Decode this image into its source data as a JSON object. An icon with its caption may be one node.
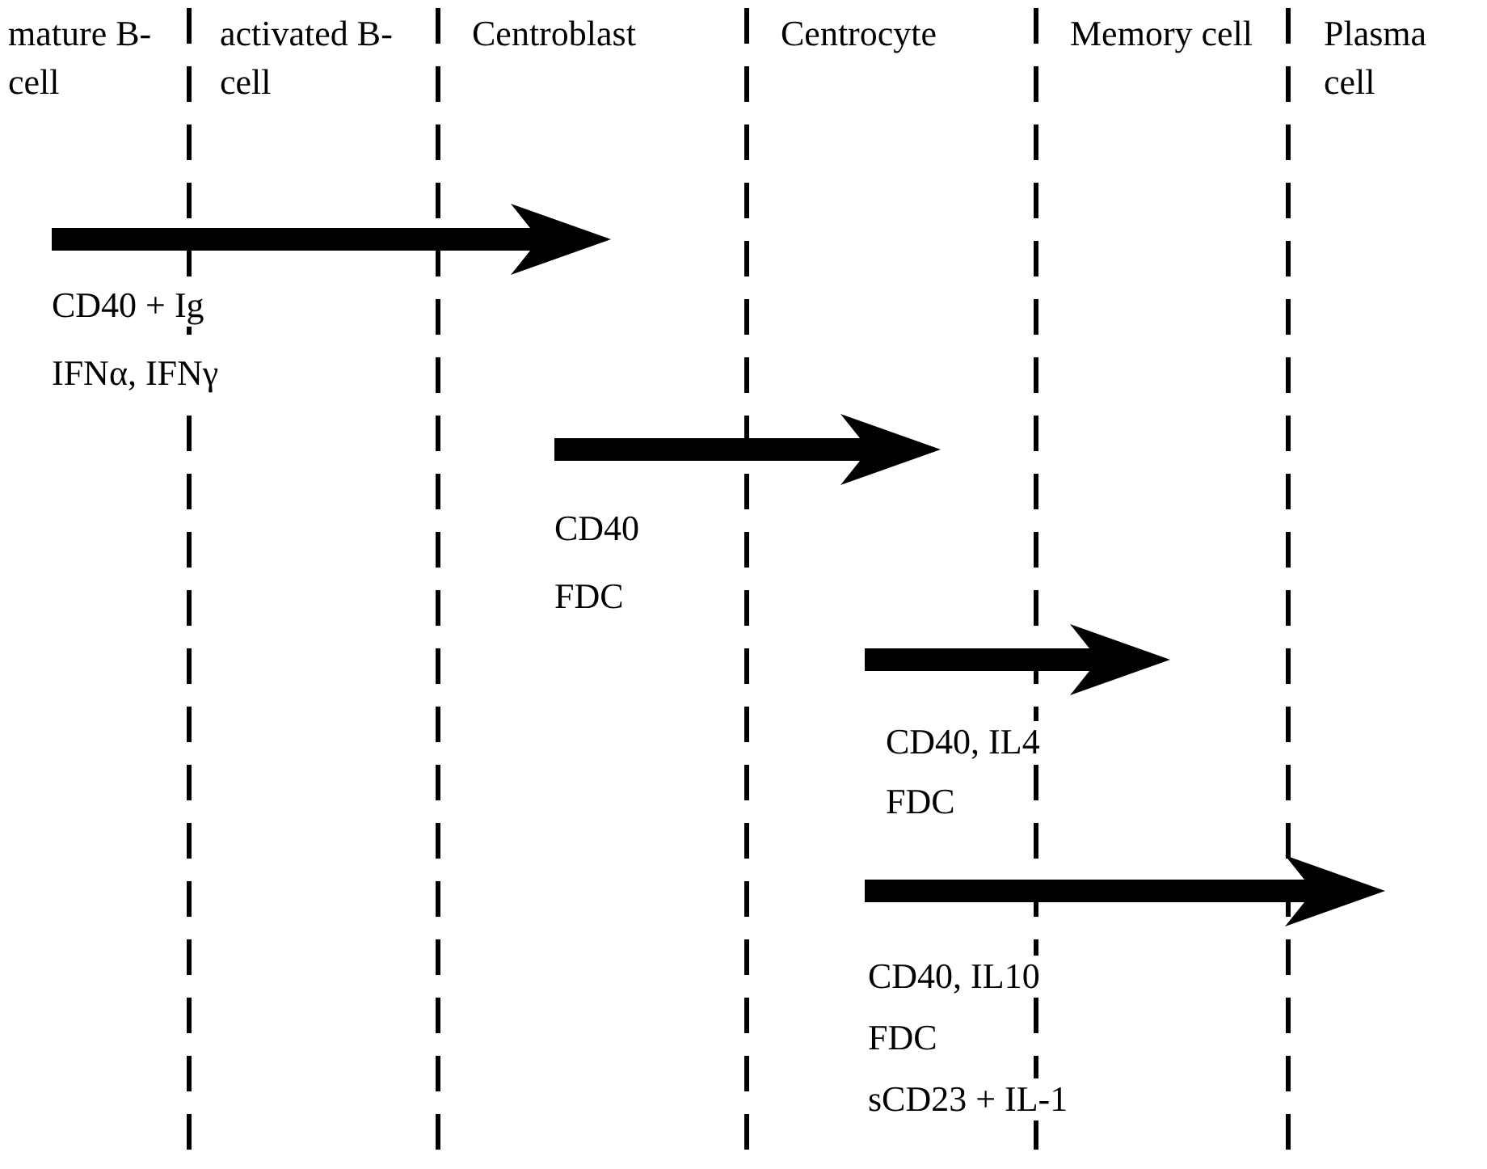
{
  "diagram": {
    "nodes": [
      {
        "text": [
          "mature B-cell"
        ]
      },
      {
        "text": [
          "activated B-cell"
        ]
      },
      {
        "text": [
          "Centroblast"
        ]
      },
      {
        "text": [
          "Centrocyte"
        ]
      },
      {
        "text": [
          "Memory cell"
        ]
      },
      {
        "text": [
          "Plasma cell"
        ]
      }
    ],
    "labels": [
      "CD40 + Ig",
      "IFNα, IFNγ",
      "CD40",
      "FDC",
      "CD40, IL4",
      "FDC",
      "CD40, IL10",
      "FDC",
      "sCD23 + IL-1"
    ]
  }
}
